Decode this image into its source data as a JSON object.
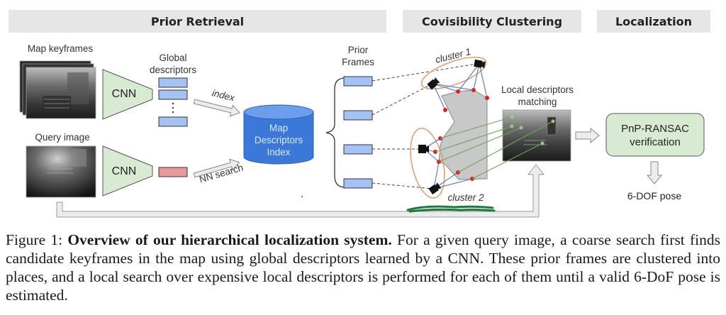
{
  "stages": {
    "prior_retrieval": "Prior Retrieval",
    "covisibility_clustering": "Covisibility Clustering",
    "localization": "Localization"
  },
  "labels": {
    "map_keyframes": "Map keyframes",
    "query_image": "Query image",
    "cnn_top": "CNN",
    "cnn_bottom": "CNN",
    "global_descriptors_line1": "Global",
    "global_descriptors_line2": "descriptors",
    "index_arrow": "index",
    "nn_search_arrow": "NN search",
    "database_line1": "Map",
    "database_line2": "Descriptors",
    "database_line3": "Index",
    "prior_frames_line1": "Prior",
    "prior_frames_line2": "Frames",
    "cluster1": "cluster 1",
    "cluster2": "cluster 2",
    "local_matching_line1": "Local descriptors",
    "local_matching_line2": "matching",
    "pnp_line1": "PnP-RANSAC",
    "pnp_line2": "verification",
    "pose_output": "6-DOF pose"
  },
  "colors": {
    "stage_header_bg": "#e6e6e6",
    "cnn_fill": "#d9ead3",
    "global_descriptor_fill": "#a4c2f4",
    "query_descriptor_fill": "#ea9999",
    "database_fill": "#3c78d8",
    "cluster_ellipse": "#e69f6a",
    "covisibility_edge": "#4a78c8",
    "landmark_point": "#e02020",
    "match_line": "#6aa84f",
    "pnp_fill": "#d9ead3",
    "scribble": "#1e7a3a"
  },
  "caption": {
    "figure_label": "Figure 1:",
    "title": "Overview of our hierarchical localization system.",
    "body": "For a given query image, a coarse search first finds candidate keyframes in the map using global descriptors learned by a CNN. These prior frames are clustered into places, and a local search over expensive local descriptors is performed for each of them until a valid 6-DoF pose is estimated."
  }
}
